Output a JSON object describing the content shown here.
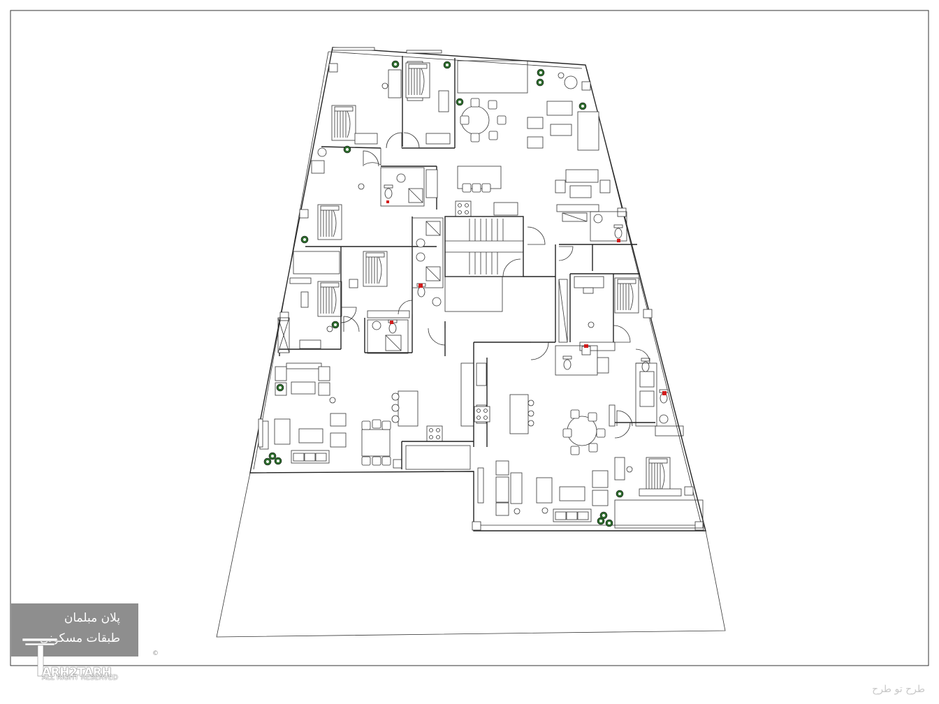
{
  "title": {
    "line1": "پلان مبلمان",
    "line2": "طبقات مسکونی"
  },
  "brand": {
    "name": "ARH2TARH",
    "tagline": "ALL RIGHT RESERVED",
    "copyright_symbol": "©"
  },
  "watermark": "طرح تو طرح",
  "colors": {
    "lines": "#222222",
    "title_box": "#8e8e8e",
    "plants": "#2d6b2d",
    "fixtures_red": "#d21b1b"
  }
}
